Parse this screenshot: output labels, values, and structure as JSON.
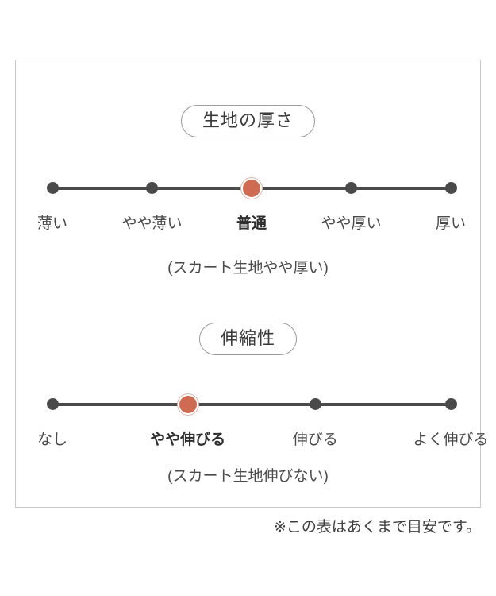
{
  "panel": {
    "sections": [
      {
        "id": "fabric-thickness",
        "title": "生地の厚さ",
        "subcaption": "(スカート生地やや厚い)",
        "scale": {
          "points": [
            {
              "label": "薄い",
              "position_pct": 0,
              "active": false
            },
            {
              "label": "やや薄い",
              "position_pct": 25,
              "active": false
            },
            {
              "label": "普通",
              "position_pct": 50,
              "active": true
            },
            {
              "label": "やや厚い",
              "position_pct": 75,
              "active": false
            },
            {
              "label": "厚い",
              "position_pct": 100,
              "active": false
            }
          ],
          "selected_index": 2,
          "selected_label": "普通"
        }
      },
      {
        "id": "stretchiness",
        "title": "伸縮性",
        "subcaption": "(スカート生地伸びない)",
        "scale": {
          "points": [
            {
              "label": "なし",
              "position_pct": 0,
              "active": false
            },
            {
              "label": "やや伸びる",
              "position_pct": 34,
              "active": true
            },
            {
              "label": "伸びる",
              "position_pct": 66,
              "active": false
            },
            {
              "label": "よく伸びる",
              "position_pct": 100,
              "active": false
            }
          ],
          "selected_index": 1,
          "selected_label": "やや伸びる"
        }
      }
    ]
  },
  "footnote": "※この表はあくまで目安です。",
  "colors": {
    "accent": "#cf6a53",
    "accent_ring": "#e0b4a7",
    "track": "#4a4a4a",
    "border": "#c9c9c9",
    "pill_border": "#9a9a9a",
    "text": "#4a4a4a"
  }
}
